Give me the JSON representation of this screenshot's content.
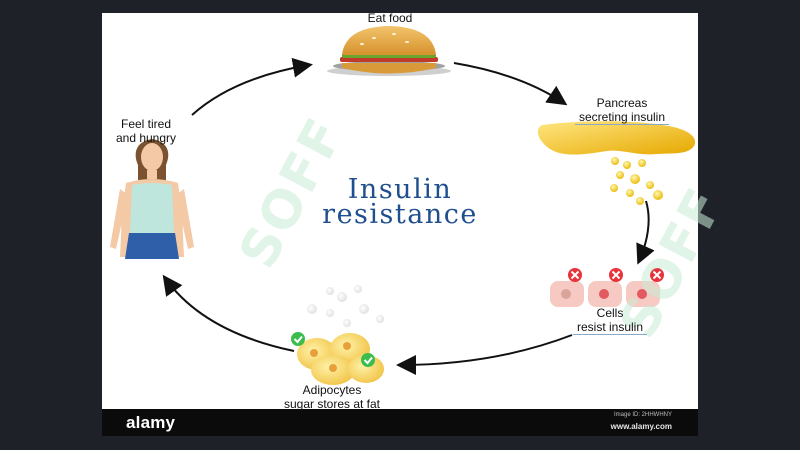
{
  "diagram": {
    "title_line1": "Insulin",
    "title_line2": "resistance",
    "steps": {
      "eat": "Eat food",
      "pancreas": "Pancreas",
      "pancreas_sub": "secreting insulin",
      "cells": "Cells",
      "cells_sub": "resist insulin",
      "adipocytes": "Adipocytes",
      "adipocytes_sub": "sugar stores at fat",
      "tired_line1": "Feel tired",
      "tired_line2": "and hungry"
    }
  },
  "watermark": {
    "text": "SOFF"
  },
  "footer": {
    "brand": "alamy",
    "image_id": "Image ID: 2HHWHNY",
    "site": "www.alamy.com"
  },
  "colors": {
    "title": "#1f4f8f",
    "arrow": "#111111",
    "insulin": "#f3c21c",
    "cell_pink": "#f6c9c2",
    "cross_red": "#e8333a",
    "check_green": "#3bbd4d"
  }
}
